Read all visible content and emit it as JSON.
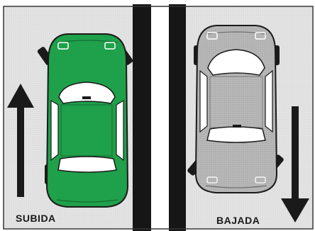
{
  "labels": {
    "uphill": "SUBIDA",
    "downhill": "BAJADA"
  },
  "colors": {
    "road": "#e2e2e2",
    "divider_dark": "#161616",
    "divider_light": "#ffffff",
    "car_uphill": "#1fa04a",
    "car_downhill": "#b5b5b5",
    "glass": "#ffffff",
    "outline": "#1a1a1a",
    "wheel": "#1a1a1a",
    "arrow": "#1a1a1a"
  },
  "scene": {
    "uphill_arrow_direction": "up",
    "downhill_arrow_direction": "down",
    "uphill_car_front_wheels": "turned",
    "downhill_car_rear_wheels": "turned"
  }
}
